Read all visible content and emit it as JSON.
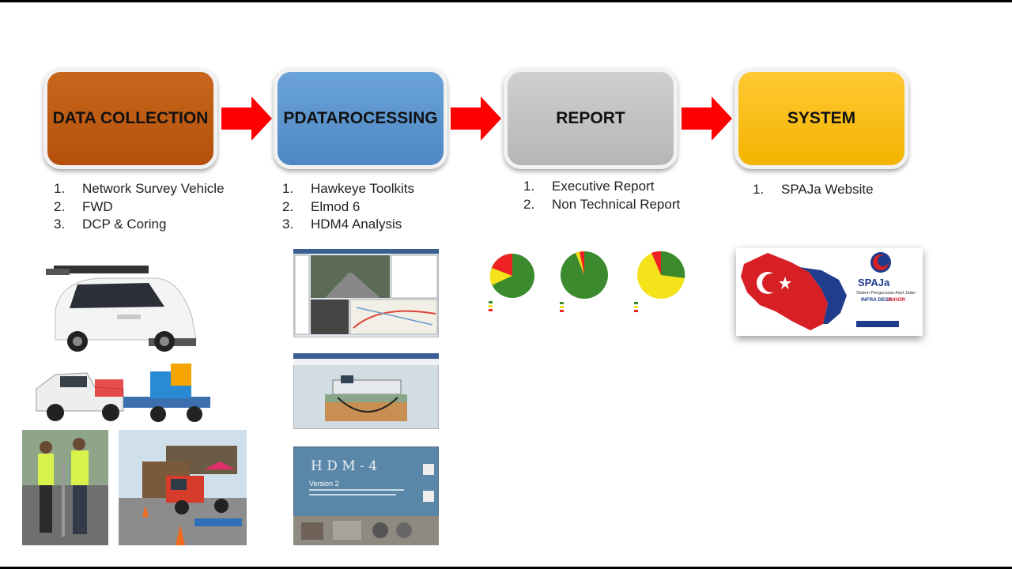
{
  "stages": [
    {
      "label": "DATA COLLECTION",
      "color": "#c0590f"
    },
    {
      "label": "PDATAROCESSING",
      "color": "#5b95d1"
    },
    {
      "label": "REPORT",
      "color": "#c2c2c2"
    },
    {
      "label": "SYSTEM",
      "color": "#f9bc0a"
    }
  ],
  "arrow_color": "#ff0000",
  "lists": [
    {
      "items": [
        {
          "num": "1.",
          "text": "Network Survey Vehicle"
        },
        {
          "num": "2.",
          "text": "FWD"
        },
        {
          "num": "3.",
          "text": "DCP & Coring"
        }
      ]
    },
    {
      "items": [
        {
          "num": "1.",
          "text": "Hawkeye Toolkits"
        },
        {
          "num": "2.",
          "text": "Elmod 6"
        },
        {
          "num": "3.",
          "text": "HDM4 Analysis"
        }
      ]
    },
    {
      "items": [
        {
          "num": "1.",
          "text": "Executive Report"
        },
        {
          "num": "2.",
          "text": "Non Technical Report"
        }
      ]
    },
    {
      "items": [
        {
          "num": "1.",
          "text": "SPAJa Website"
        }
      ]
    }
  ],
  "photos": {
    "hdm4": {
      "title": "H D M - 4",
      "version": "Version 2"
    },
    "spaja": {
      "brand": "SPAJa",
      "tagline": "Sistem Pengurusan Aset Jalan",
      "sub1": "INFRA DESA",
      "sub2": "JOHOR"
    }
  }
}
